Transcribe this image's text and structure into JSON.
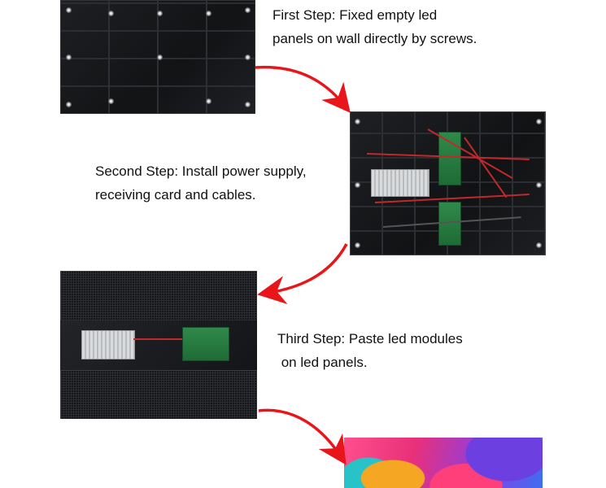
{
  "steps": [
    {
      "lines": [
        "First Step: Fixed empty led",
        "panels on wall directly by screws."
      ]
    },
    {
      "lines": [
        "Second Step: Install power supply,",
        "receiving card and cables."
      ]
    },
    {
      "lines": [
        "Third Step: Paste led modules",
        " on led panels."
      ]
    }
  ],
  "colors": {
    "arrow": "#e8161b",
    "text": "#111111"
  }
}
